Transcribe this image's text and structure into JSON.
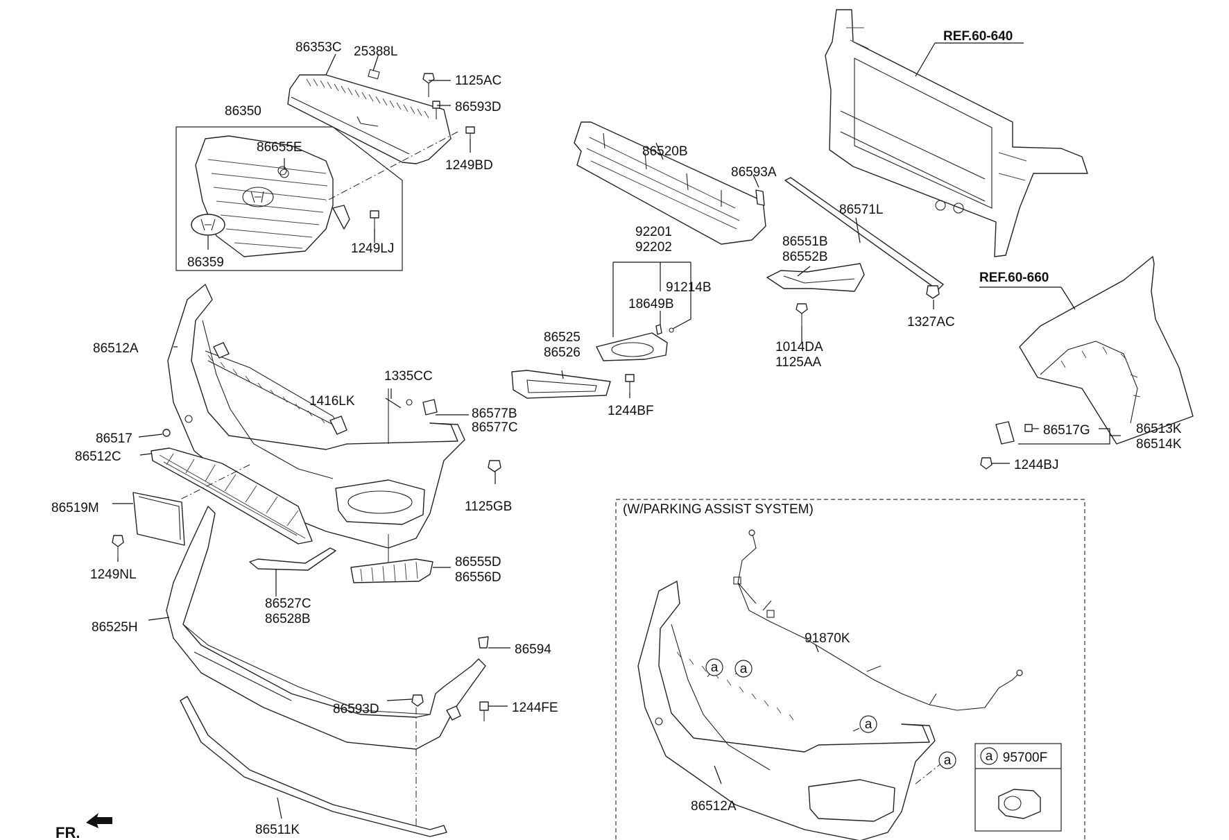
{
  "diagram": {
    "refs": {
      "ref_640": "REF.60-640",
      "ref_660": "REF.60-660"
    },
    "parking_title": "(W/PARKING ASSIST SYSTEM)",
    "front_marker": "FR.",
    "circle_mark": "a",
    "labels": {
      "p86353C": "86353C",
      "p25388L": "25388L",
      "p1125AC": "1125AC",
      "p86593D_top": "86593D",
      "p86350": "86350",
      "p86655E": "86655E",
      "p1249BD": "1249BD",
      "p86359": "86359",
      "p1249LJ": "1249LJ",
      "p86520B": "86520B",
      "p86593A": "86593A",
      "p86571L": "86571L",
      "p92201": "92201",
      "p92202": "92202",
      "p91214B": "91214B",
      "p18649B": "18649B",
      "p86551B": "86551B",
      "p86552B": "86552B",
      "p1327AC": "1327AC",
      "p1014DA": "1014DA",
      "p1125AA": "1125AA",
      "p86525": "86525",
      "p86526": "86526",
      "p1244BF": "1244BF",
      "p86512A_main": "86512A",
      "p1335CC": "1335CC",
      "p1416LK": "1416LK",
      "p86577B": "86577B",
      "p86577C": "86577C",
      "p86517": "86517",
      "p86512C": "86512C",
      "p1125GB": "1125GB",
      "p86519M": "86519M",
      "p1249NL": "1249NL",
      "p86555D": "86555D",
      "p86556D": "86556D",
      "p86527C": "86527C",
      "p86528B": "86528B",
      "p86525H": "86525H",
      "p86594": "86594",
      "p86593D_low": "86593D",
      "p1244FE": "1244FE",
      "p86511K": "86511K",
      "p86517G": "86517G",
      "p86513K": "86513K",
      "p86514K": "86514K",
      "p1244BJ": "1244BJ",
      "p91870K": "91870K",
      "p86512A_inset": "86512A",
      "p95700F": "95700F"
    }
  }
}
